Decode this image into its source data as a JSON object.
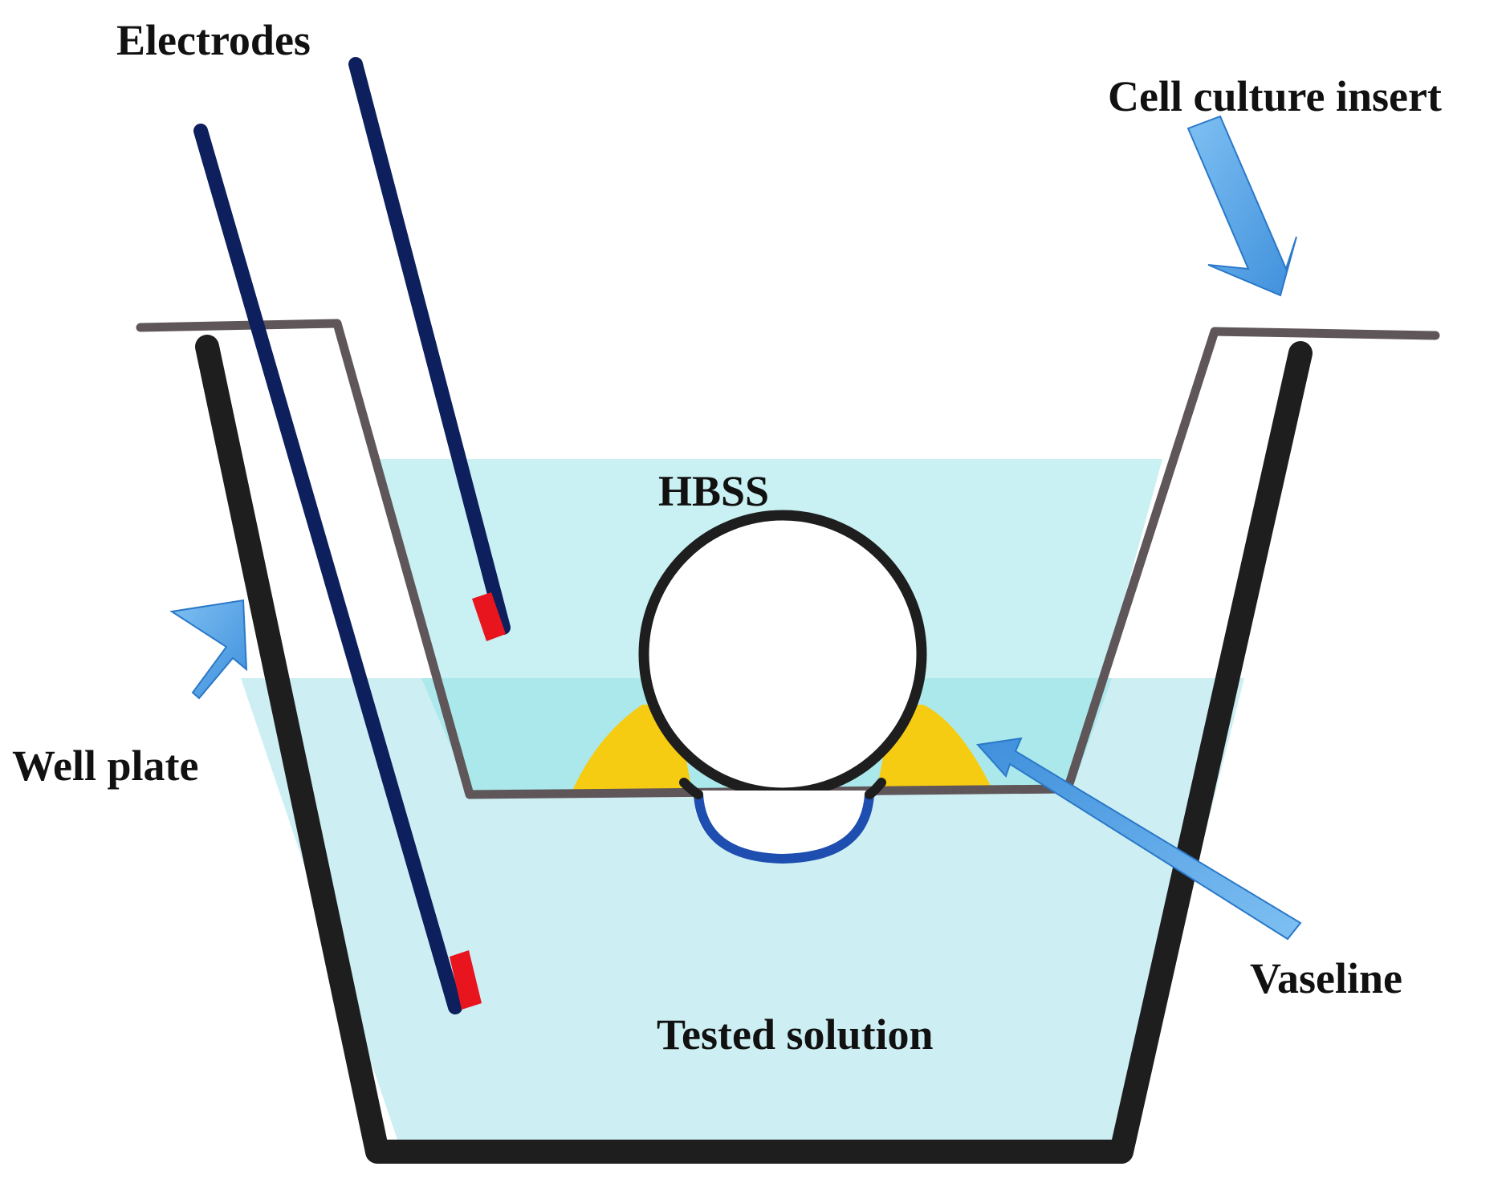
{
  "labels": {
    "electrodes": "Electrodes",
    "cell_culture_insert": "Cell culture insert",
    "hbss": "HBSS",
    "well_plate": "Well plate",
    "vaseline": "Vaseline",
    "tested_solution": "Tested solution"
  },
  "colors": {
    "solution_upper": "#c9f0f2",
    "solution_lower": "#cdeff3",
    "membrane_band": "#a6e6ea",
    "well_wall": "#1e1e1e",
    "insert_wall": "#5f5659",
    "electrode": "#0d1f5c",
    "electrode_tip": "#e8141e",
    "vaseline": "#f6cc12",
    "arrow_fill": "#4f9fe0",
    "arrow_edge": "#2a78c8",
    "tissue_outline": "#1e1e1e",
    "tissue_bottom": "#1e4eb0"
  }
}
